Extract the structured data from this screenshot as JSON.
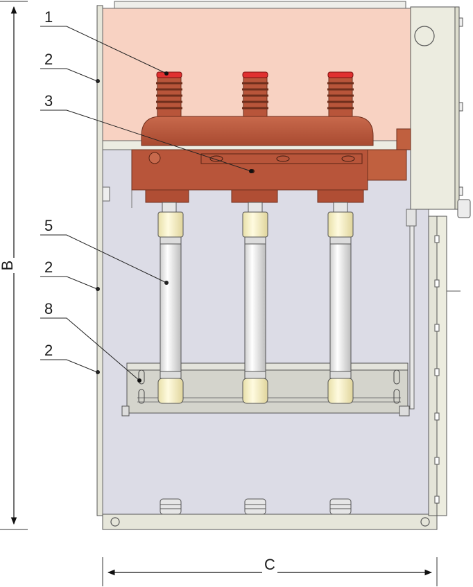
{
  "callouts": {
    "c1": "1",
    "c2a": "2",
    "c3": "3",
    "c5": "5",
    "c2b": "2",
    "c8": "8",
    "c2c": "2"
  },
  "dimensions": {
    "height_label": "B",
    "width_label": "C"
  },
  "colors": {
    "upper_compartment": "#f8d2c2",
    "lower_compartment": "#dcdce6",
    "frame": "#e2e2d6",
    "busbar_insulator": "#b8553a",
    "insulator_cap": "#e03030",
    "fuse_body": "#eeeeee",
    "fuse_cap": "#f6efc4",
    "mounting_plate": "#d4d4cc"
  }
}
